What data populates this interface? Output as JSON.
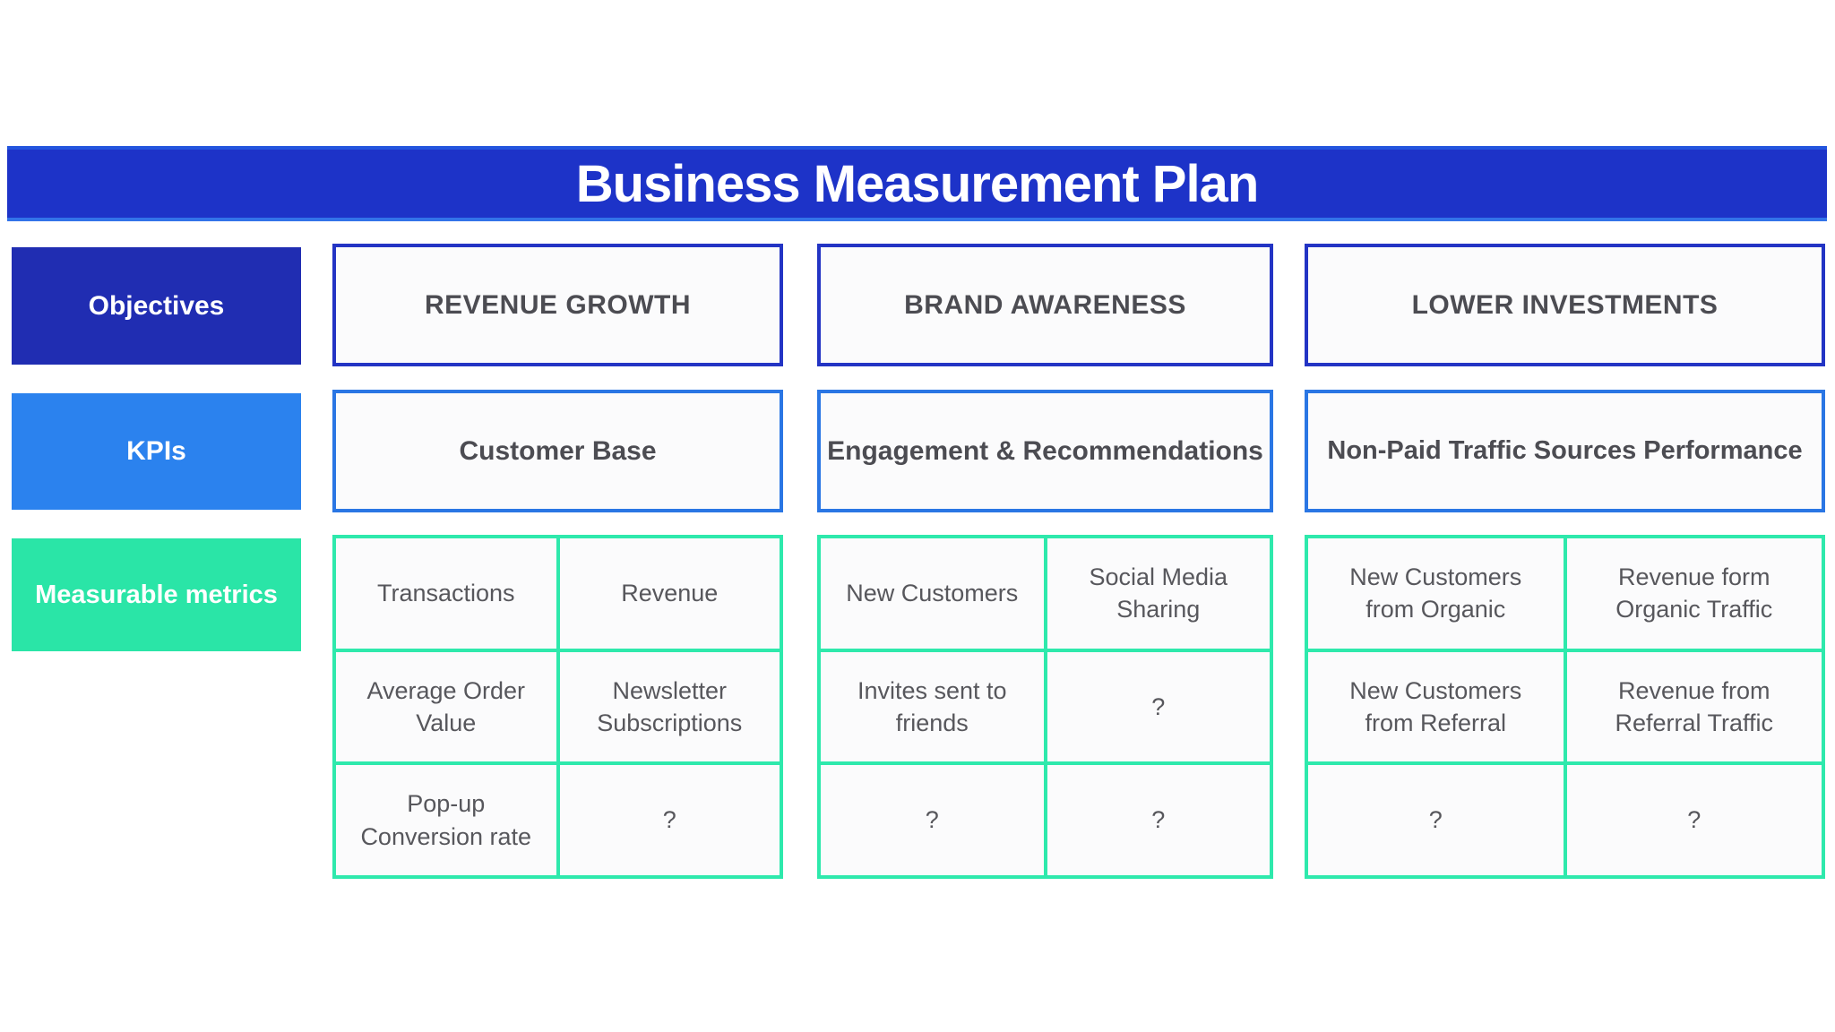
{
  "page": {
    "title": "Business Measurement Plan"
  },
  "row_headers": {
    "objectives": "Objectives",
    "kpis": "KPIs",
    "metrics": "Measurable metrics"
  },
  "columns": [
    {
      "objective": "REVENUE GROWTH",
      "kpi": "Customer Base",
      "metrics": [
        [
          "Transactions",
          "Revenue"
        ],
        [
          "Average Order Value",
          "Newsletter Subscriptions"
        ],
        [
          "Pop-up Conversion rate",
          "?"
        ]
      ]
    },
    {
      "objective": "BRAND AWARENESS",
      "kpi": "Engagement & Recommendations",
      "metrics": [
        [
          "New Customers",
          "Social Media Sharing"
        ],
        [
          "Invites sent to friends",
          "?"
        ],
        [
          "?",
          "?"
        ]
      ]
    },
    {
      "objective": "LOWER INVESTMENTS",
      "kpi": "Non-Paid Traffic Sources Performance",
      "metrics": [
        [
          "New Customers from Organic",
          "Revenue form Organic Traffic"
        ],
        [
          "New Customers from Referral",
          "Revenue from Referral Traffic"
        ],
        [
          "?",
          "?"
        ]
      ]
    }
  ],
  "colors": {
    "title_bar_bg": "#1d33c8",
    "title_bar_edge_top": "#2355de",
    "title_bar_edge_bottom": "#3273e9",
    "objectives_label_bg": "#202db2",
    "kpis_label_bg": "#2b82ee",
    "metrics_label_bg": "#2ae5a7",
    "objective_box_border": "#2334c4",
    "kpi_box_border": "#2a76e4",
    "metrics_grid_border": "#2ee9ac",
    "box_bg": "#fbfbfc",
    "heading_text": "#4c4c52",
    "metric_text": "#57575c",
    "label_text": "#ffffff"
  }
}
